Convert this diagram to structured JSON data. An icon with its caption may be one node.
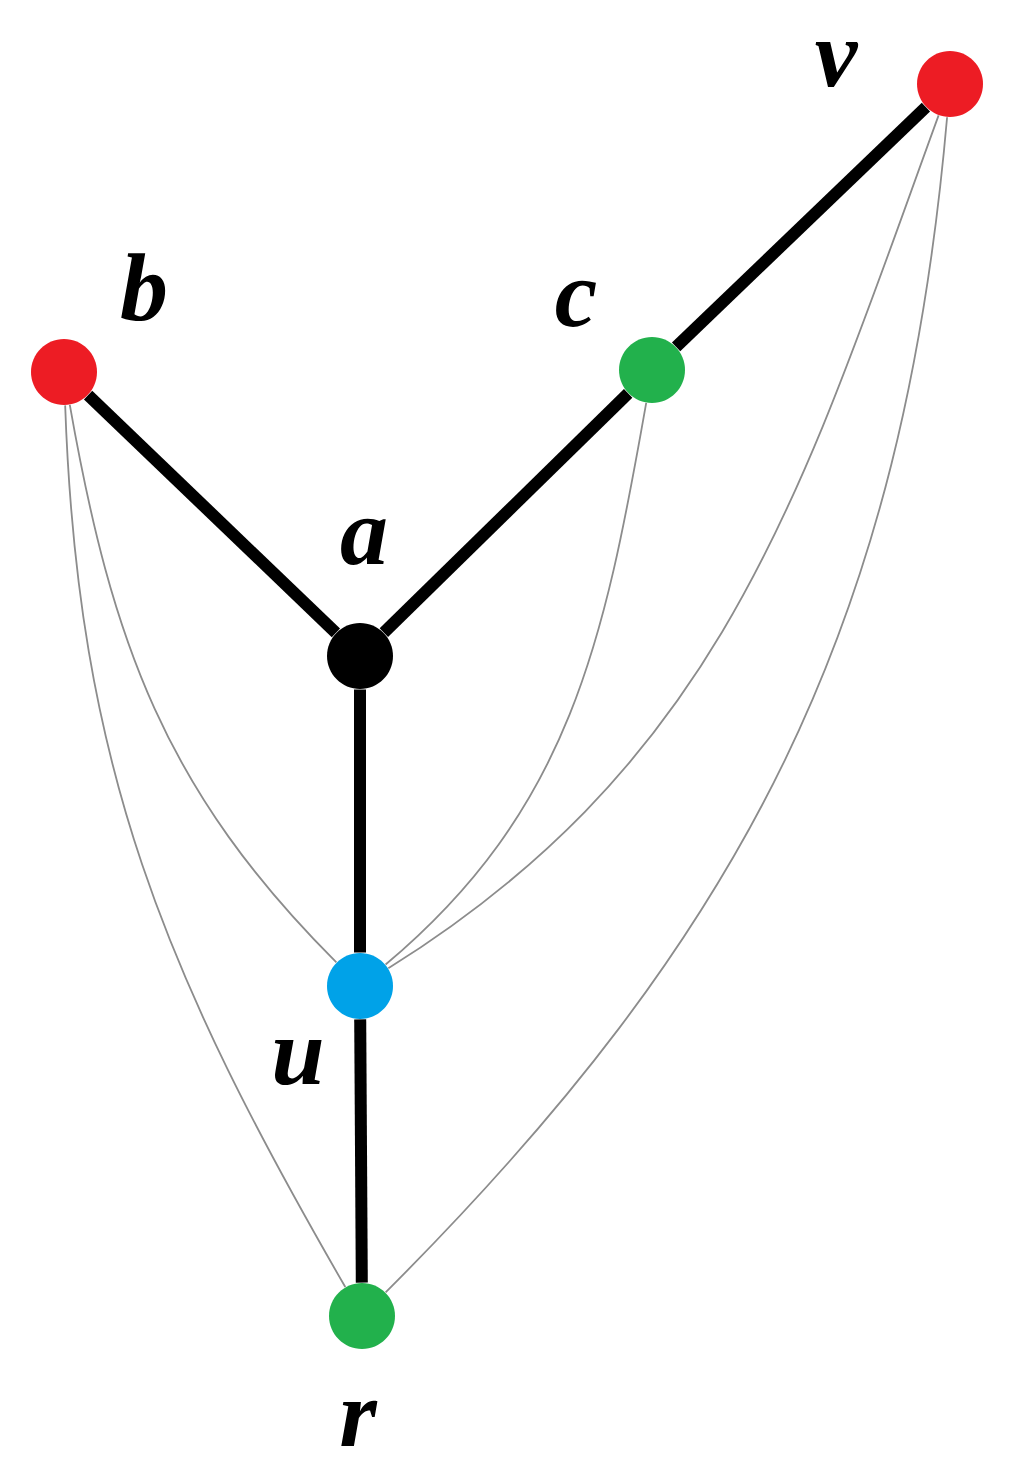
{
  "diagram": {
    "nodes": [
      {
        "text": [
          "v"
        ]
      },
      {
        "text": [
          "b"
        ]
      },
      {
        "text": [
          "c"
        ]
      },
      {
        "text": [
          "a"
        ]
      },
      {
        "text": [
          "u"
        ]
      },
      {
        "text": [
          "r"
        ]
      }
    ],
    "edges": [
      {
        "from": 1,
        "to": 3,
        "arrow": "none",
        "style": "thick"
      },
      {
        "from": 3,
        "to": 2,
        "arrow": "none",
        "style": "thick"
      },
      {
        "from": 2,
        "to": 0,
        "arrow": "none",
        "style": "thick"
      },
      {
        "from": 3,
        "to": 4,
        "arrow": "none",
        "style": "thick"
      },
      {
        "from": 4,
        "to": 5,
        "arrow": "none",
        "style": "thick"
      },
      {
        "from": 1,
        "to": 4,
        "arrow": "none",
        "color": "#8c8c8c"
      },
      {
        "from": 1,
        "to": 5,
        "arrow": "none",
        "color": "#8c8c8c"
      },
      {
        "from": 2,
        "to": 4,
        "arrow": "none",
        "color": "#8c8c8c"
      },
      {
        "from": 0,
        "to": 4,
        "arrow": "none",
        "color": "#8c8c8c"
      },
      {
        "from": 0,
        "to": 5,
        "arrow": "none",
        "color": "#8c8c8c"
      }
    ]
  }
}
